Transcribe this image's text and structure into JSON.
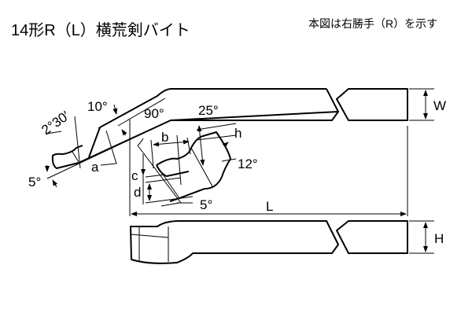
{
  "title": "14形R（L）横荒剣バイト",
  "note": "本図は右勝手（R）を示す",
  "dimensions": {
    "angle_2_30": "2°30′",
    "angle_10": "10°",
    "angle_90": "90°",
    "angle_25": "25°",
    "angle_12": "12°",
    "angle_5_bottom": "5°",
    "angle_5_left": "5°",
    "a": "a",
    "b": "b",
    "c": "c",
    "d": "d",
    "h": "h",
    "L": "L",
    "W": "W",
    "H": "H"
  }
}
